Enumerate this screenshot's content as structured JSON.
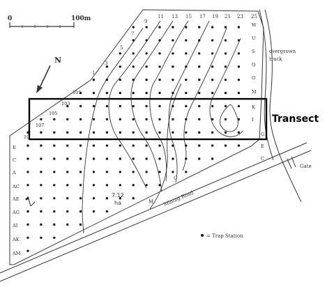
{
  "scale_bar": {
    "start_label": "0",
    "end_label": "100m"
  },
  "north_label": "N",
  "transect_label": "Transect",
  "column_labels_top": [
    "1",
    "3",
    "5",
    "7",
    "9",
    "11",
    "13",
    "15",
    "17",
    "19",
    "21",
    "23",
    "25"
  ],
  "row_labels_right": [
    "W",
    "U",
    "S",
    "Q",
    "O",
    "M",
    "K",
    "I",
    "G",
    "E",
    "C"
  ],
  "row_labels_left": [
    "101",
    "103",
    "105",
    "107",
    "10",
    "E",
    "C",
    "A",
    "AC",
    "AE",
    "AG",
    "AI",
    "AK",
    "AM"
  ],
  "track_label_line1": "overgrown",
  "track_label_line2": "track",
  "gate_label": "Gate",
  "road_label": "Mining Road",
  "area_value": "7.12",
  "area_unit": "ha",
  "legend_label": "= Trap Station",
  "contour_labels": [
    "C",
    "M"
  ],
  "colors": {
    "ink": "#3a3530",
    "dot": "#1a1a1a",
    "transect_box": "#000000"
  }
}
